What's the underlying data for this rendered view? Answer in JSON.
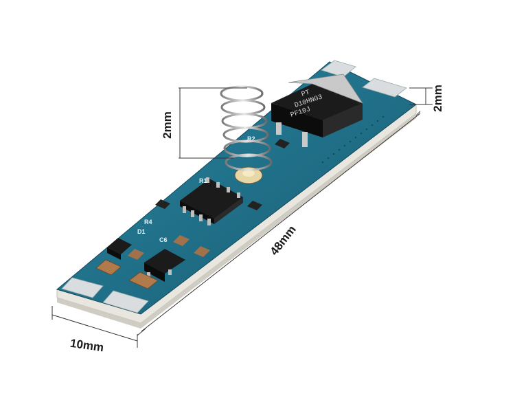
{
  "dimensions": {
    "spring_height": "2mm",
    "board_thickness": "2mm",
    "length": "48mm",
    "width": "10mm"
  },
  "components": {
    "mosfet_marking_1": "PT",
    "mosfet_marking_2": "D10HN03",
    "mosfet_marking_3": "PF10J",
    "labels": {
      "r1": "R1",
      "r2": "R2",
      "d1": "D1",
      "r4": "R4",
      "c6": "C6"
    }
  },
  "colors": {
    "pcb": "#1f6f88",
    "pcb_dark": "#0f4a5e",
    "pad": "#d9dde0",
    "board_edge": "#e8e6df",
    "chip": "#1b1b1b",
    "capacitor": "#b07a4a"
  }
}
